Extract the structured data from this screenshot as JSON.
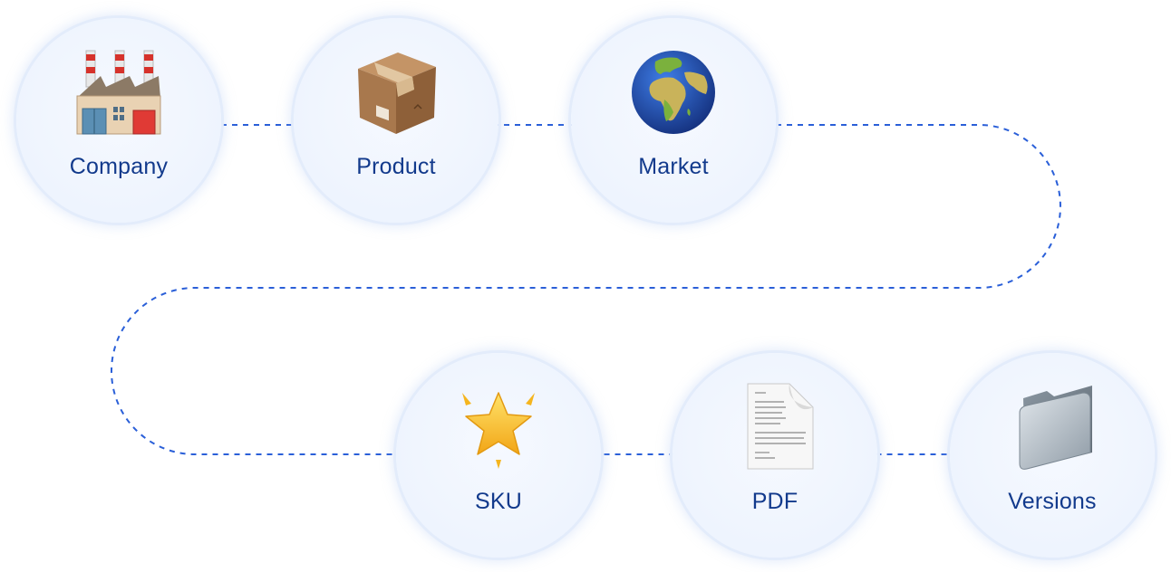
{
  "diagram": {
    "line_color": "#2a5fd8",
    "label_color": "#123a8c",
    "nodes": [
      {
        "id": "company",
        "label": "Company",
        "icon": "factory-icon"
      },
      {
        "id": "product",
        "label": "Product",
        "icon": "package-icon"
      },
      {
        "id": "market",
        "label": "Market",
        "icon": "globe-icon"
      },
      {
        "id": "sku",
        "label": "SKU",
        "icon": "star-icon"
      },
      {
        "id": "pdf",
        "label": "PDF",
        "icon": "document-icon"
      },
      {
        "id": "versions",
        "label": "Versions",
        "icon": "folder-icon"
      }
    ]
  }
}
